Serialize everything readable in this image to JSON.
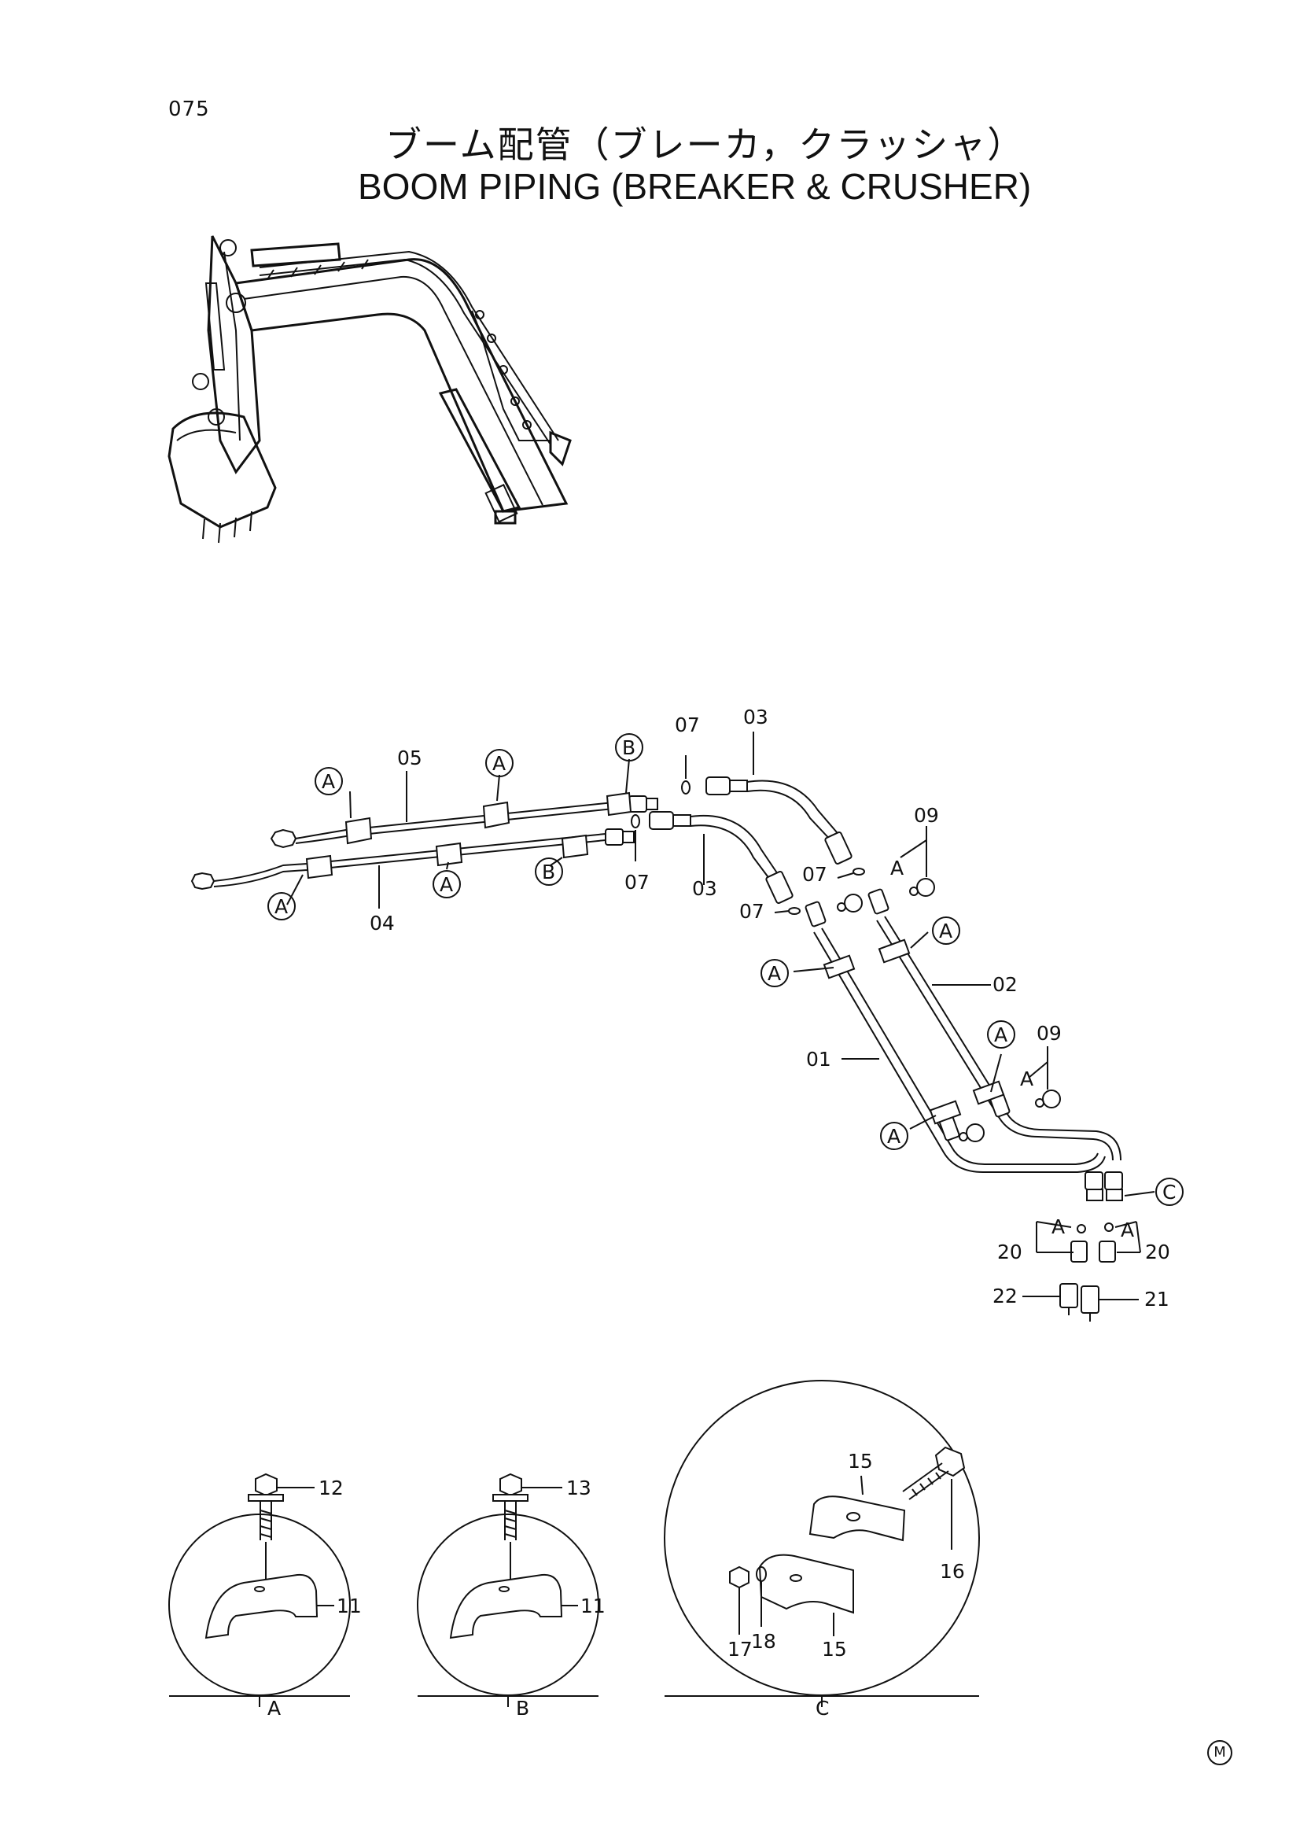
{
  "page_number": "075",
  "title_jp": "ブーム配管（ブレーカ，クラッシャ）",
  "title_en": "BOOM PIPING (BREAKER & CRUSHER)",
  "corner_mark": "M",
  "callouts": {
    "p01": "01",
    "p02": "02",
    "p03a": "03",
    "p03b": "03",
    "p04": "04",
    "p05": "05",
    "p07a": "07",
    "p07b": "07",
    "p07c": "07",
    "p07d": "07",
    "p09a": "09",
    "p09b": "09",
    "p11a": "11",
    "p11b": "11",
    "p12": "12",
    "p13": "13",
    "p15a": "15",
    "p15b": "15",
    "p16": "16",
    "p17": "17",
    "p18": "18",
    "p20a": "20",
    "p20b": "20",
    "p21": "21",
    "p22": "22"
  },
  "refs": {
    "A": "A",
    "B": "B",
    "C": "C"
  },
  "details": {
    "a": "A",
    "b": "B",
    "c": "C"
  }
}
